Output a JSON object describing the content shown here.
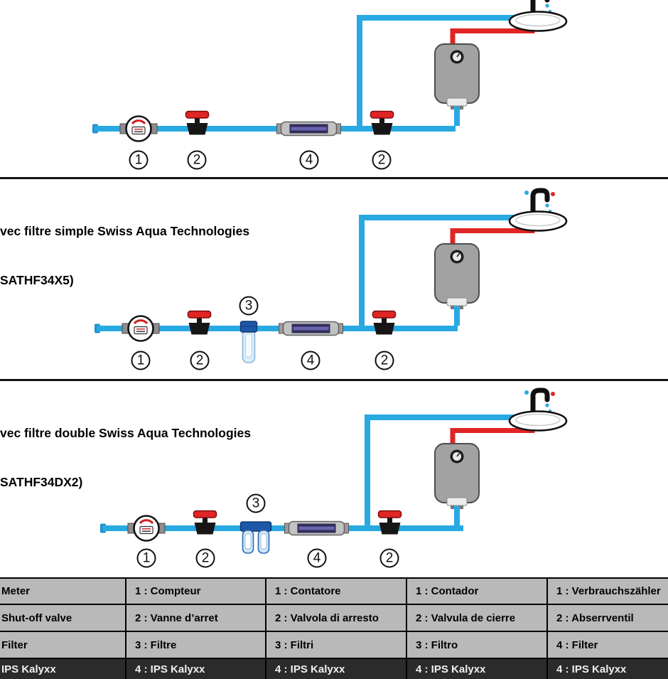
{
  "page": {
    "background": "#ffffff",
    "description_labels": {
      "meter": "water-meter",
      "valve": "shut-off-valve",
      "filter": "filter",
      "kalyxx": "ips-kalyxx-device",
      "heater": "water-heater",
      "sink": "sink-with-faucet"
    }
  },
  "colors": {
    "pipe_cold": "#29a9e2",
    "pipe_hot": "#e02525",
    "valve_handle": "#e02525",
    "kalyxx_band": "#312e5a",
    "filter_cap": "#1d57a8",
    "legend_bg": "#b9b9b9",
    "legend_dark_row_bg": "#2b2b2b"
  },
  "panels": [
    {
      "id": "base-installation",
      "badges": [
        "1",
        "2",
        "4",
        "2"
      ]
    },
    {
      "id": "single-filter-installation",
      "title": {
        "line1": "vec filtre simple Swiss Aqua Technologies",
        "line2": "SATHF34X5)"
      },
      "badges": [
        "1",
        "2",
        "3",
        "4",
        "2"
      ]
    },
    {
      "id": "double-filter-installation",
      "title": {
        "line1": "vec filtre double Swiss Aqua Technologies",
        "line2": "SATHF34DX2)"
      },
      "badges": [
        "1",
        "2",
        "3",
        "4",
        "2"
      ]
    }
  ],
  "legend": {
    "columns": [
      {
        "rows": [
          "Meter",
          "Shut-off valve",
          "Filter",
          "IPS Kalyxx"
        ]
      },
      {
        "rows": [
          "1 : Compteur",
          "2 : Vanne d’arret",
          "3 : Filtre",
          "4 : IPS Kalyxx"
        ]
      },
      {
        "rows": [
          "1 : Contatore",
          "2 : Valvola di arresto",
          "3 : Filtri",
          "4 : IPS Kalyxx"
        ]
      },
      {
        "rows": [
          "1 : Contador",
          "2 : Valvula de cierre",
          "3 : Filtro",
          "4 : IPS Kalyxx"
        ]
      },
      {
        "rows": [
          "1 : Verbrauchszähler",
          "2 : Abserrventil",
          "4 : Filter",
          "4 : IPS Kalyxx"
        ]
      }
    ]
  }
}
